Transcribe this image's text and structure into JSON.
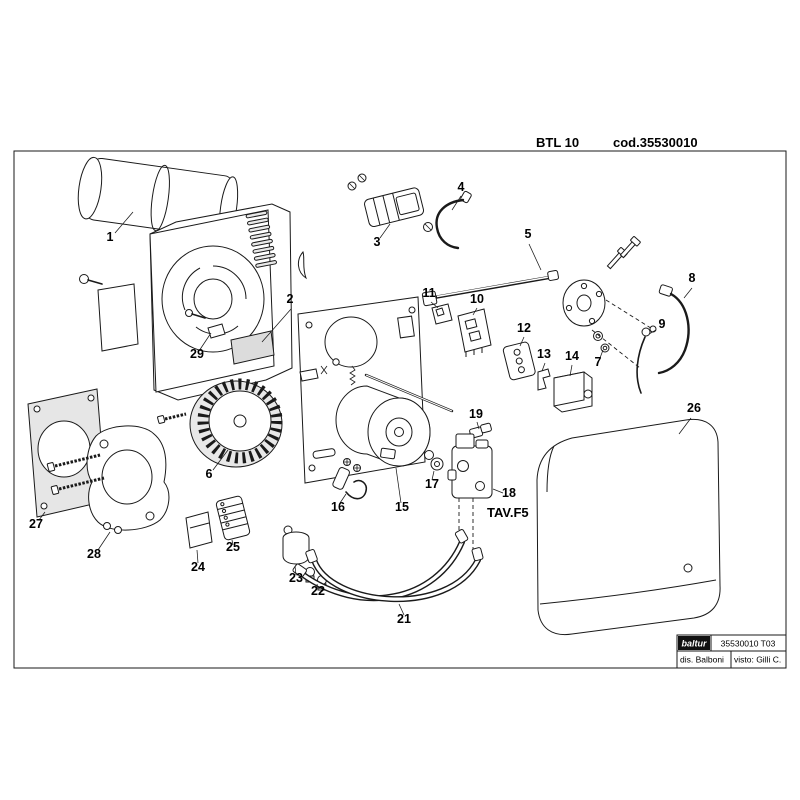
{
  "header": {
    "model": "BTL 10",
    "code": "cod.35530010"
  },
  "diagram": {
    "tav_label": "TAV.F5",
    "parts": [
      "1",
      "2",
      "3",
      "4",
      "5",
      "6",
      "7",
      "8",
      "9",
      "10",
      "11",
      "12",
      "13",
      "14",
      "15",
      "16",
      "17",
      "18",
      "19",
      "21",
      "22",
      "23",
      "24",
      "25",
      "26",
      "27",
      "28",
      "29"
    ]
  },
  "title_block": {
    "brand": "baltur",
    "doc": "35530010 T03",
    "drawn": "dis. Balboni",
    "approved": "visto: Gilli C."
  }
}
